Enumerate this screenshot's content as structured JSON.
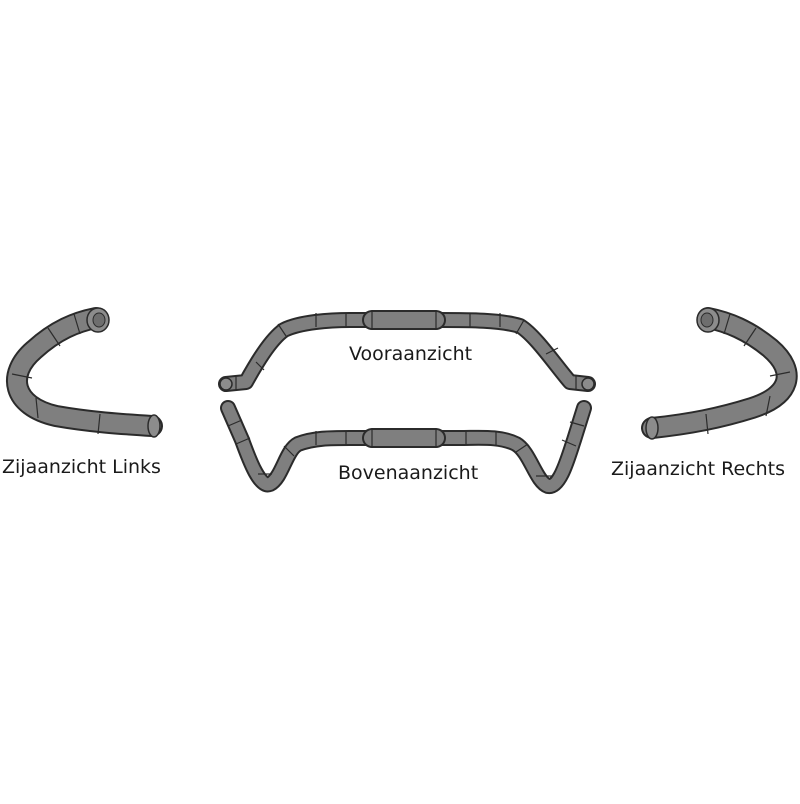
{
  "views": {
    "side_left": {
      "label": "Zijaanzicht Links",
      "icon": "handlebar-side-view-icon"
    },
    "front": {
      "label": "Vooraanzicht",
      "icon": "handlebar-front-view-icon"
    },
    "top": {
      "label": "Bovenaanzicht",
      "icon": "handlebar-top-view-icon"
    },
    "side_right": {
      "label": "Zijaanzicht Rechts",
      "icon": "handlebar-side-view-icon"
    }
  },
  "colors": {
    "tube": "#7f7f7f",
    "outline": "#2b2b2b",
    "background": "#ffffff"
  }
}
